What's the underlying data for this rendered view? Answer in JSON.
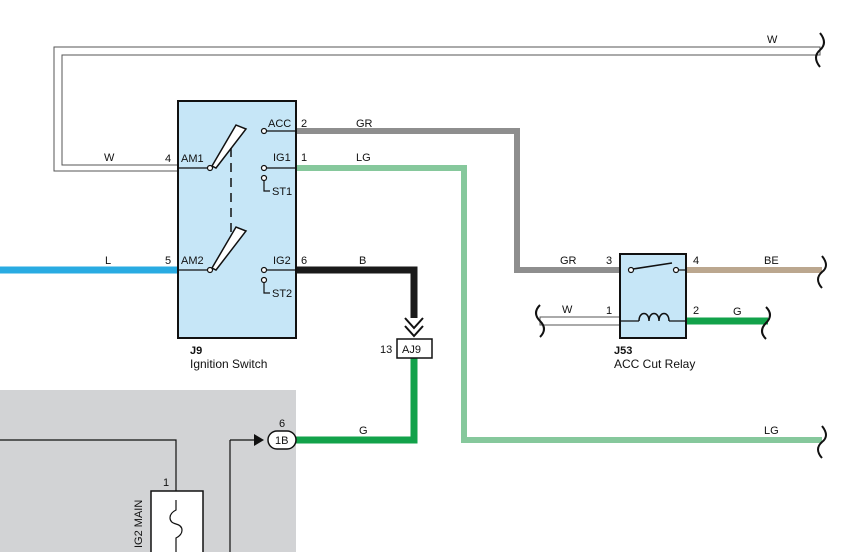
{
  "colors": {
    "W": "#ffffff",
    "GR": "#8e8e8e",
    "LG": "#86c89c",
    "L": "#29abe2",
    "B": "#1a1a1a",
    "G": "#12a24a",
    "BE": "#bba78f",
    "component_fill": "#c6e6f7",
    "shaded_area": "#d2d3d5"
  },
  "ignition_switch": {
    "id": "J9",
    "name": "Ignition Switch",
    "terminals": {
      "acc": "ACC",
      "acc_pin": "2",
      "ig1": "IG1",
      "ig1_pin": "1",
      "st1": "ST1",
      "am1": "AM1",
      "am1_pin": "4",
      "am2": "AM2",
      "am2_pin": "5",
      "ig2": "IG2",
      "ig2_pin": "6",
      "st2": "ST2"
    }
  },
  "relay": {
    "id": "J53",
    "name": "ACC Cut Relay",
    "pins": {
      "p3": "3",
      "p4": "4",
      "p1": "1",
      "p2": "2"
    }
  },
  "connectors": {
    "aj9": {
      "label": "AJ9",
      "pin": "13"
    },
    "c1b": {
      "label": "1B",
      "pin": "6"
    }
  },
  "fuse": {
    "name": "IG2 MAIN",
    "pin": "1"
  },
  "wires": {
    "w_top": "W",
    "w_am1": "W",
    "l_am2": "L",
    "gr_acc": "GR",
    "lg_ig1": "LG",
    "b_ig2": "B",
    "gr_relay": "GR",
    "be_relay": "BE",
    "w_relay": "W",
    "g_relay": "G",
    "g_1b": "G",
    "lg_bottom": "LG"
  }
}
